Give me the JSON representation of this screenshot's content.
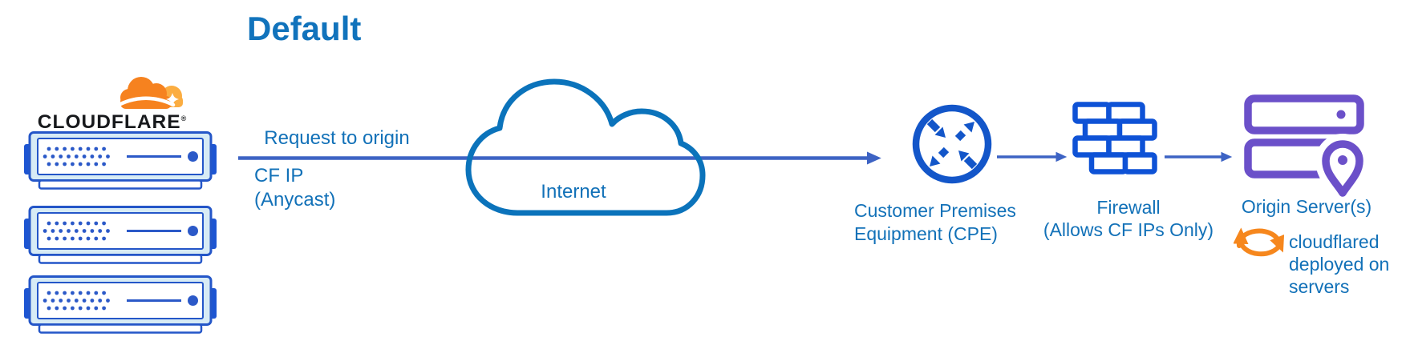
{
  "title": "Default",
  "logo": {
    "wordmark": "CLOUDFLARE",
    "trademark": "®"
  },
  "flow": {
    "request_label": "Request to origin",
    "cf_ip": {
      "line1": "CF IP",
      "line2": "(Anycast)"
    }
  },
  "nodes": {
    "internet": {
      "label": "Internet"
    },
    "cpe": {
      "label": {
        "line1": "Customer Premises",
        "line2": "Equipment (CPE)"
      }
    },
    "firewall": {
      "label": {
        "line1": "Firewall",
        "line2": "(Allows CF IPs Only)"
      }
    },
    "origin": {
      "label": "Origin Server(s)",
      "note": {
        "line1": "cloudflared",
        "line2": "deployed on",
        "line3": "servers"
      }
    }
  },
  "icons": {
    "logo": "cloudflare-logo-cloud-icon",
    "edge": "edge-server-rack-icon",
    "internet": "internet-cloud-icon",
    "cpe": "router-arrows-icon",
    "firewall": "brick-wall-icon",
    "origin": "server-location-pin-icon",
    "cloudflared": "sync-arrows-icon"
  },
  "colors": {
    "title_blue": "#1173bc",
    "label_blue": "#1271b8",
    "arrow_blue": "#3d63c4",
    "cloud_outline_blue": "#0b73bb",
    "cpe_blue": "#1356c9",
    "firewall_blue": "#0e52d6",
    "server_border_blue": "#2456c8",
    "server_fill_light": "#d7ebf5",
    "origin_purple": "#6b50c9",
    "cloudflare_orange": "#f6821f",
    "cloudflare_orange_light": "#fbad41",
    "sync_orange": "#f6871d",
    "wordmark_black": "#17191c"
  }
}
